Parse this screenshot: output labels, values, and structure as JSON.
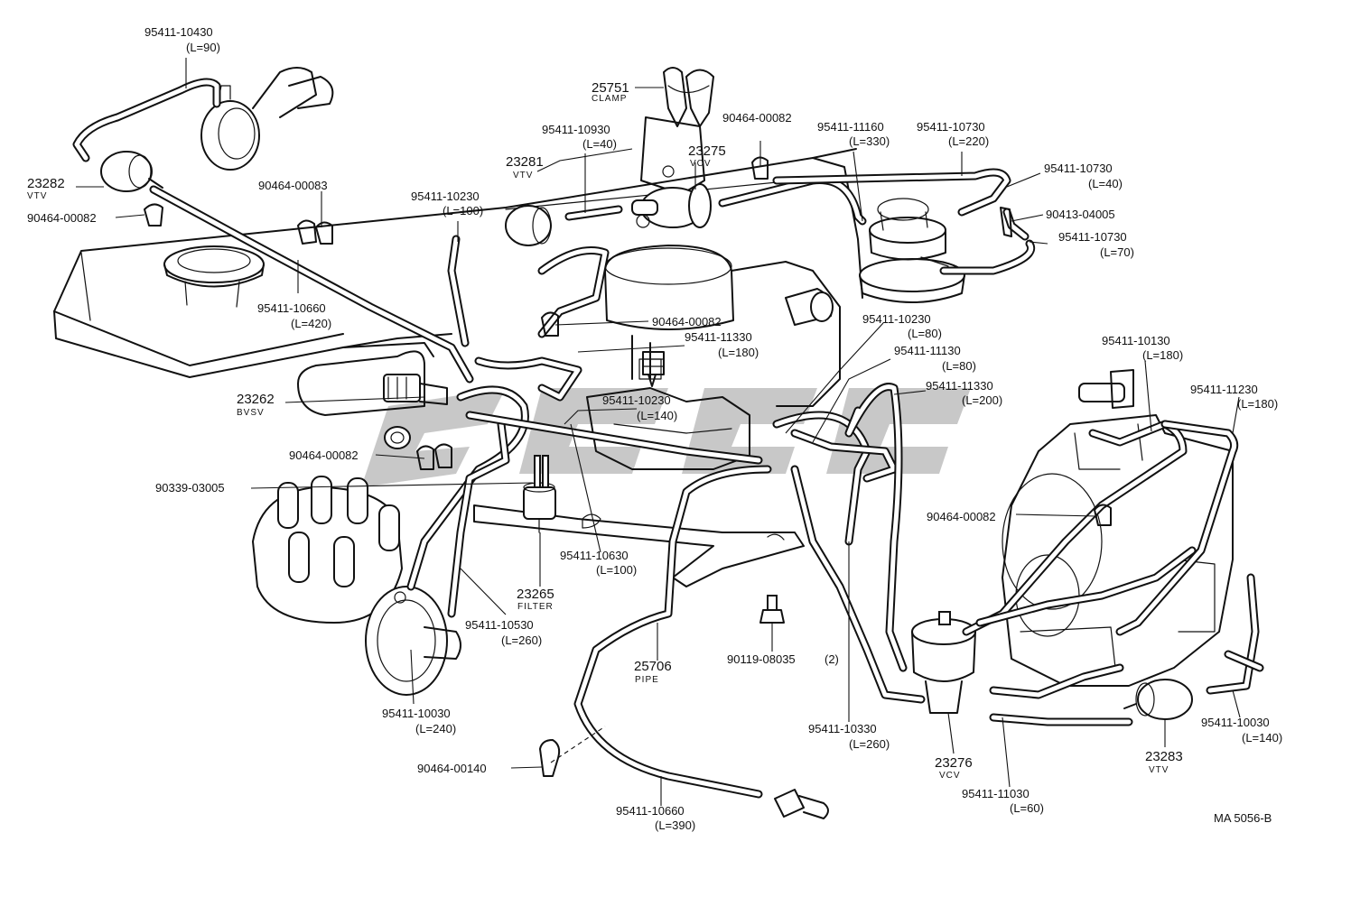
{
  "diagram_code": "MA 5056-B",
  "callouts": {
    "c01": {
      "pn": "95411-10430",
      "len": "(L=90)"
    },
    "c02": {
      "pn": "25751",
      "name": "CLAMP"
    },
    "c03": {
      "pn": "23282",
      "name": "VTV"
    },
    "c04": {
      "pn": "90464-00082"
    },
    "c05": {
      "pn": "90464-00083"
    },
    "c06": {
      "pn": "23281",
      "name": "VTV"
    },
    "c07": {
      "pn": "95411-10930",
      "len": "(L=40)"
    },
    "c08": {
      "pn": "23275",
      "name": "VCV"
    },
    "c09": {
      "pn": "90464-00082"
    },
    "c10": {
      "pn": "95411-11160",
      "len": "(L=330)"
    },
    "c11": {
      "pn": "95411-10730",
      "len": "(L=220)"
    },
    "c12": {
      "pn": "95411-10730",
      "len": "(L=40)"
    },
    "c13": {
      "pn": "90413-04005"
    },
    "c14": {
      "pn": "95411-10730",
      "len": "(L=70)"
    },
    "c15": {
      "pn": "95411-10230",
      "len": "(L=100)"
    },
    "c16": {
      "pn": "95411-10660",
      "len": "(L=420)"
    },
    "c17": {
      "pn": "90464-00082"
    },
    "c18": {
      "pn": "95411-11330",
      "len": "(L=180)"
    },
    "c19": {
      "pn": "95411-10230",
      "len": "(L=80)"
    },
    "c20": {
      "pn": "95411-11130",
      "len": "(L=80)"
    },
    "c21": {
      "pn": "95411-10130",
      "len": "(L=180)"
    },
    "c22": {
      "pn": "95411-11330",
      "len": "(L=200)"
    },
    "c23": {
      "pn": "95411-11230",
      "len": "(L=180)"
    },
    "c24": {
      "pn": "23262",
      "name": "BVSV"
    },
    "c25": {
      "pn": "95411-10230",
      "len": "(L=140)"
    },
    "c26": {
      "pn": "90464-00082"
    },
    "c27": {
      "pn": "90339-03005"
    },
    "c28": {
      "pn": "90464-00082"
    },
    "c29": {
      "pn": "95411-10630",
      "len": "(L=100)"
    },
    "c30": {
      "pn": "23265",
      "name": "FILTER"
    },
    "c31": {
      "pn": "95411-10530",
      "len": "(L=260)"
    },
    "c32": {
      "pn": "25706",
      "name": "PIPE"
    },
    "c33": {
      "pn": "90119-08035",
      "qty": "(2)"
    },
    "c34": {
      "pn": "95411-10030",
      "len": "(L=240)"
    },
    "c35": {
      "pn": "95411-10330",
      "len": "(L=260)"
    },
    "c36": {
      "pn": "23276",
      "name": "VCV"
    },
    "c37": {
      "pn": "95411-10030",
      "len": "(L=140)"
    },
    "c38": {
      "pn": "23283",
      "name": "VTV"
    },
    "c39": {
      "pn": "90464-00140"
    },
    "c40": {
      "pn": "95411-10660",
      "len": "(L=390)"
    },
    "c41": {
      "pn": "95411-11030",
      "len": "(L=60)"
    }
  }
}
